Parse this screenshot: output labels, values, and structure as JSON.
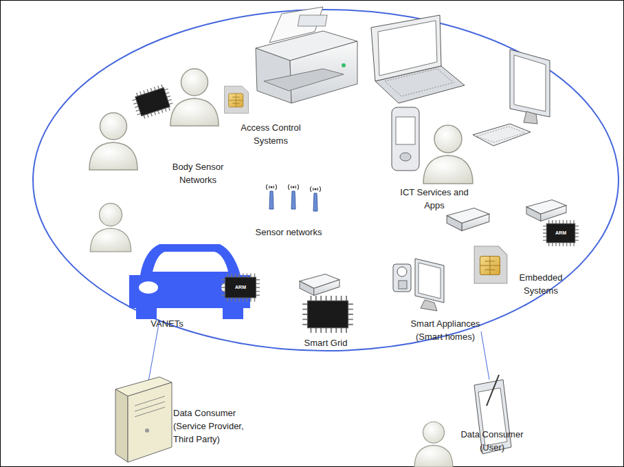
{
  "diagram": {
    "labels": [
      "Access Control Systems",
      "Body Sensor Networks",
      "ICT Services and Apps",
      "Sensor networks",
      "VANETs",
      "ARM",
      "Smart Grid",
      "Smart Appliances (Smart homes)",
      "Embedded Systems",
      "ARM",
      "Data Consumer (Service Provider, Third Party)",
      "Data Consumer (User)"
    ]
  }
}
